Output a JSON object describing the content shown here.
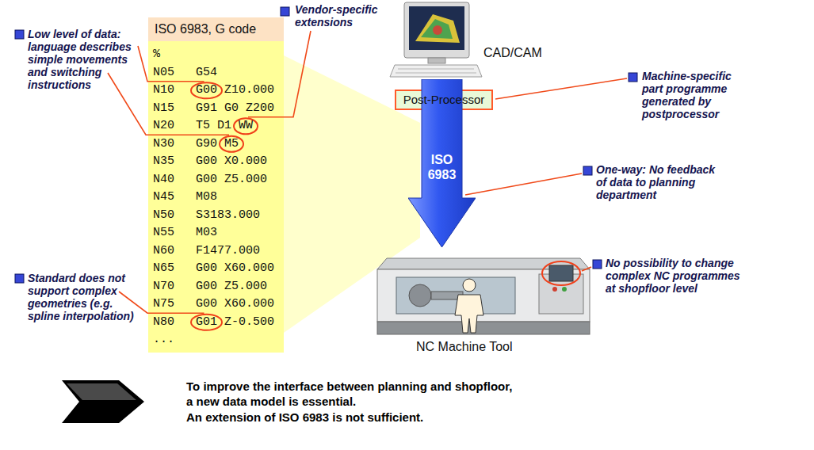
{
  "diagram": {
    "nodes": [
      {
        "text": [
          "ISO 6983, G code",
          "%",
          "N05   G54",
          "N10   G00 Z10.000",
          "N15   G91 G0 Z200",
          "N20   T5 D1 WW",
          "N30   G90 M5",
          "N35   G00 X0.000",
          "N40   G00 Z5.000",
          "N45   M08",
          "N50   S3183.000",
          "N55   M03",
          "N60   F1477.000",
          "N65   G00 X60.000",
          "N70   G00 Z5.000",
          "N75   G00 X60.000",
          "N80   G01 Z-0.500",
          "..."
        ]
      },
      {
        "text": [
          "Post-Processor"
        ]
      },
      {
        "text": [
          "ISO 6983"
        ]
      }
    ],
    "labels": [
      "Vendor-specific extensions",
      "CAD/CAM",
      "Low level of data: language describes simple movements and switching instructions",
      "Machine-specific part programme generated by postprocessor",
      "One-way: No feedback of data to planning department",
      "Standard does not support complex geometries (e.g. spline interpolation)",
      "No possibility to change complex NC programmes at shopfloor level",
      "NC Machine Tool",
      "To improve the interface between planning and shopfloor, a new data model is essential.",
      "An extension of ISO 6983 is not sufficient."
    ]
  }
}
